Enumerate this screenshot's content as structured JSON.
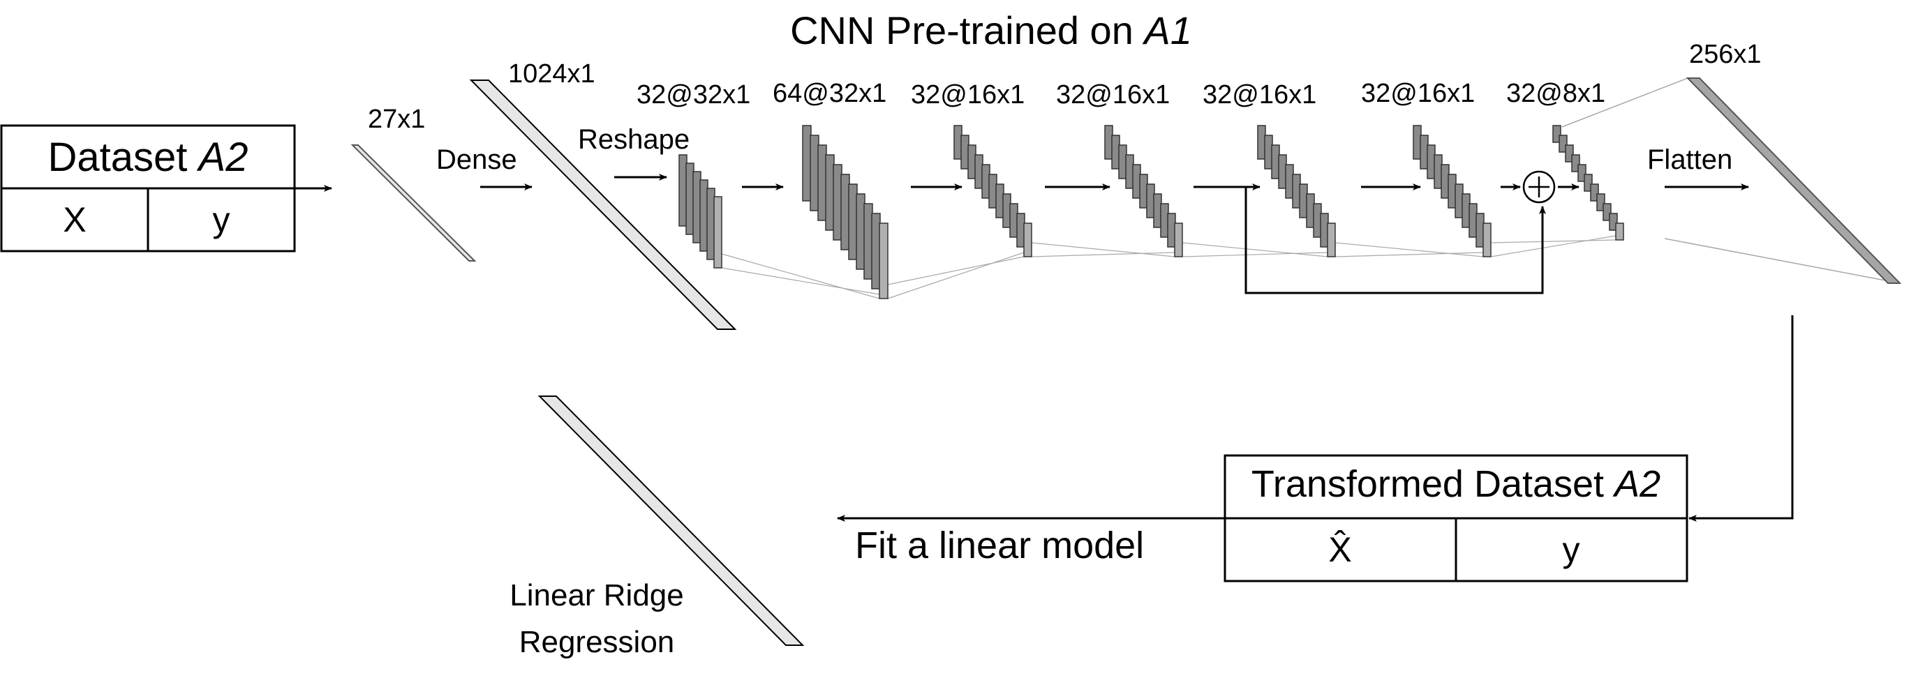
{
  "title": {
    "prefix": "CNN Pre-trained on ",
    "italic": "A1"
  },
  "dataset": {
    "title_prefix": "Dataset ",
    "title_italic": "A2",
    "col_x": "X",
    "col_y": "y"
  },
  "transformed": {
    "title_prefix": "Transformed Dataset ",
    "title_italic": "A2",
    "col_x": "X̂",
    "col_y": "y"
  },
  "labels": {
    "input_shape": "27x1",
    "dense": "Dense",
    "dense_shape": "1024x1",
    "reshape": "Reshape",
    "flatten": "Flatten",
    "flat_shape": "256x1",
    "add_symbol": "⊕",
    "fit": "Fit a linear model",
    "ridge_line1": "Linear Ridge",
    "ridge_line2": "Regression"
  },
  "layers": [
    {
      "shape": "32@32x1",
      "plates": 6
    },
    {
      "shape": "64@32x1",
      "plates": 11
    },
    {
      "shape": "32@16x1",
      "plates": 11
    },
    {
      "shape": "32@16x1",
      "plates": 11
    },
    {
      "shape": "32@16x1",
      "plates": 11
    },
    {
      "shape": "32@16x1",
      "plates": 11
    },
    {
      "shape": "32@8x1",
      "plates": 11
    }
  ],
  "colors": {
    "stroke": "#000000",
    "plate_fill": "#8a8a8a",
    "plate_fill_light": "#b0b0b0",
    "vector_fill": "#e6e6e6",
    "flat_fill": "#a6a6a6",
    "guide": "#a8a8a8"
  }
}
